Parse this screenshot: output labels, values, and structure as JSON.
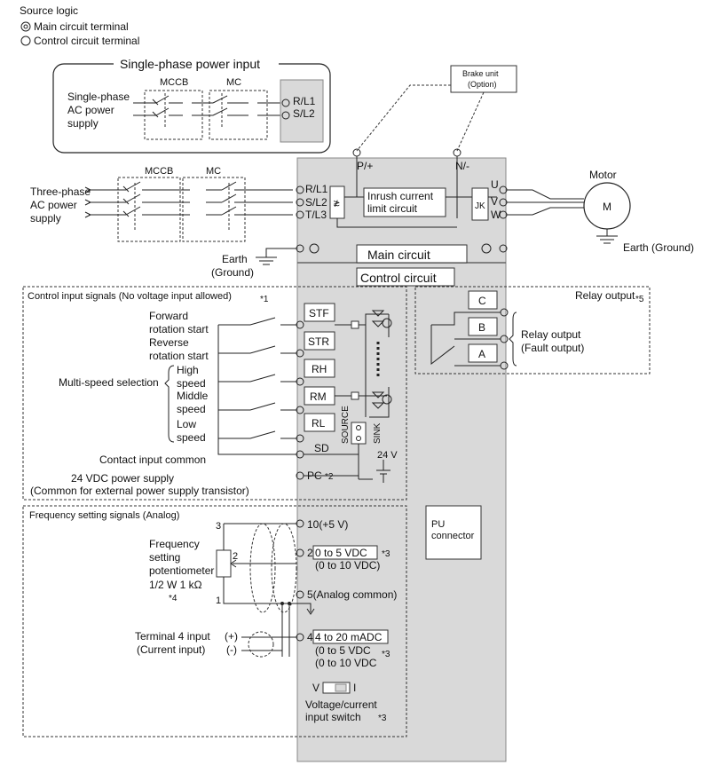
{
  "legend": {
    "title": "Source logic",
    "main": "Main circuit terminal",
    "control": "Control circuit terminal"
  },
  "single_phase": {
    "title": "Single-phase power input",
    "supply": [
      "Single-phase",
      "AC power",
      "supply"
    ],
    "mccb": "MCCB",
    "mc": "MC",
    "t1": "R/L1",
    "t2": "S/L2"
  },
  "brake": {
    "l1": "Brake unit",
    "l2": "(Option)"
  },
  "three_phase": {
    "supply": [
      "Three-phase",
      "AC power",
      "supply"
    ],
    "mccb": "MCCB",
    "mc": "MC"
  },
  "main_terms": {
    "p": "P/+",
    "n": "N/-",
    "r": "R/L1",
    "s": "S/L2",
    "t": "T/L3",
    "inrush": [
      "Inrush current",
      "limit circuit"
    ],
    "u": "U",
    "v": "V",
    "w": "W"
  },
  "motor": {
    "label": "Motor",
    "m": "M",
    "earth": "Earth (Ground)"
  },
  "earth_left": [
    "Earth",
    "(Ground)"
  ],
  "main_circuit": "Main circuit",
  "control_circuit": "Control circuit",
  "control_inputs": {
    "title": "Control input signals (No voltage input allowed)",
    "note": "*1",
    "forward": [
      "Forward",
      "rotation start"
    ],
    "reverse": [
      "Reverse",
      "rotation start"
    ],
    "multispeed": "Multi-speed selection",
    "high": [
      "High",
      "speed"
    ],
    "middle": [
      "Middle",
      "speed"
    ],
    "low": [
      "Low",
      "speed"
    ],
    "contact_common": "Contact input common",
    "pc_label": [
      "24 VDC power supply",
      "(Common for external power supply transistor)"
    ],
    "terms": [
      "STF",
      "STR",
      "RH",
      "RM",
      "RL"
    ],
    "sd": "SD",
    "pc": "PC",
    "pc_note": "*2",
    "source": "SOURCE",
    "sink": "SINK",
    "v24": "24 V"
  },
  "relay": {
    "title": "Relay output",
    "note": "*5",
    "c": "C",
    "b": "B",
    "a": "A",
    "desc": [
      "Relay output",
      "(Fault output)"
    ]
  },
  "freq": {
    "title": "Frequency setting signals (Analog)",
    "pot": [
      "Frequency",
      "setting",
      "potentiometer",
      "1/2 W 1 kΩ"
    ],
    "pot_note": "*4",
    "pin3": "3",
    "pin2": "2",
    "pin1": "1",
    "t10": "10(+5 V)",
    "t2": "2",
    "t2_range": "0 to 5 VDC",
    "t2_range2": "(0 to 10 VDC)",
    "t2_note": "*3",
    "t5": "5(Analog common)",
    "term4": [
      "Terminal 4 input",
      "(Current input)"
    ],
    "plus": "(+)",
    "minus": "(-)",
    "t4": "4",
    "t4_range": "4 to 20 mADC",
    "t4_range2": "(0 to 5 VDC",
    "t4_range3": "(0 to 10 VDC",
    "t4_note": "*3",
    "switch_v": "V",
    "switch_i": "I",
    "switch_label": [
      "Voltage/current",
      "input switch"
    ],
    "switch_note": "*3"
  },
  "pu": [
    "PU",
    "connector"
  ]
}
